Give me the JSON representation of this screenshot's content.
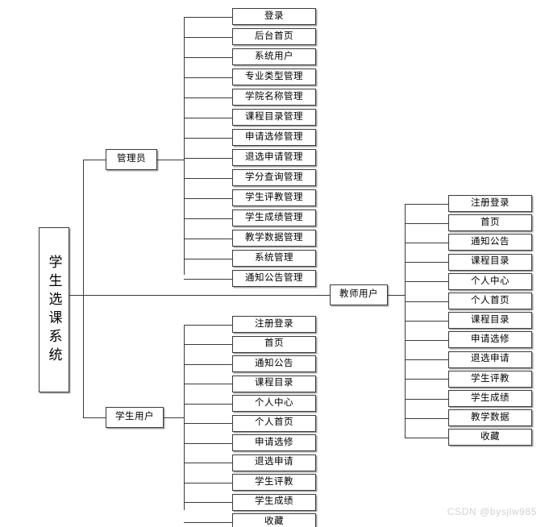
{
  "diagram": {
    "title": "学生选课系统",
    "root": {
      "label": "学生选课系统"
    },
    "roles": {
      "admin": {
        "label": "管理员"
      },
      "teacher": {
        "label": "教师用户"
      },
      "student": {
        "label": "学生用户"
      }
    },
    "admin_items": [
      {
        "label": "登录"
      },
      {
        "label": "后台首页"
      },
      {
        "label": "系统用户"
      },
      {
        "label": "专业类型管理"
      },
      {
        "label": "学院名称管理"
      },
      {
        "label": "课程目录管理"
      },
      {
        "label": "申请选修管理"
      },
      {
        "label": "退选申请管理"
      },
      {
        "label": "学分查询管理"
      },
      {
        "label": "学生评教管理"
      },
      {
        "label": "学生成绩管理"
      },
      {
        "label": "教学数据管理"
      },
      {
        "label": "系统管理"
      },
      {
        "label": "通知公告管理"
      }
    ],
    "student_items": [
      {
        "label": "注册登录"
      },
      {
        "label": "首页"
      },
      {
        "label": "通知公告"
      },
      {
        "label": "课程目录"
      },
      {
        "label": "个人中心"
      },
      {
        "label": "个人首页"
      },
      {
        "label": "申请选修"
      },
      {
        "label": "退选申请"
      },
      {
        "label": "学生评教"
      },
      {
        "label": "学生成绩"
      },
      {
        "label": "收藏"
      }
    ],
    "teacher_items": [
      {
        "label": "注册登录"
      },
      {
        "label": "首页"
      },
      {
        "label": "通知公告"
      },
      {
        "label": "课程目录"
      },
      {
        "label": "个人中心"
      },
      {
        "label": "个人首页"
      },
      {
        "label": "课程目录"
      },
      {
        "label": "申请选修"
      },
      {
        "label": "退选申请"
      },
      {
        "label": "学生评教"
      },
      {
        "label": "学生成绩"
      },
      {
        "label": "教学数据"
      },
      {
        "label": "收藏"
      }
    ],
    "colors": {
      "line": "#3a3a3a",
      "box_fill": "#ffffff",
      "shadow": "#969696",
      "watermark": "#d2d2d2"
    },
    "watermark": "CSDN @bysjlw985"
  }
}
